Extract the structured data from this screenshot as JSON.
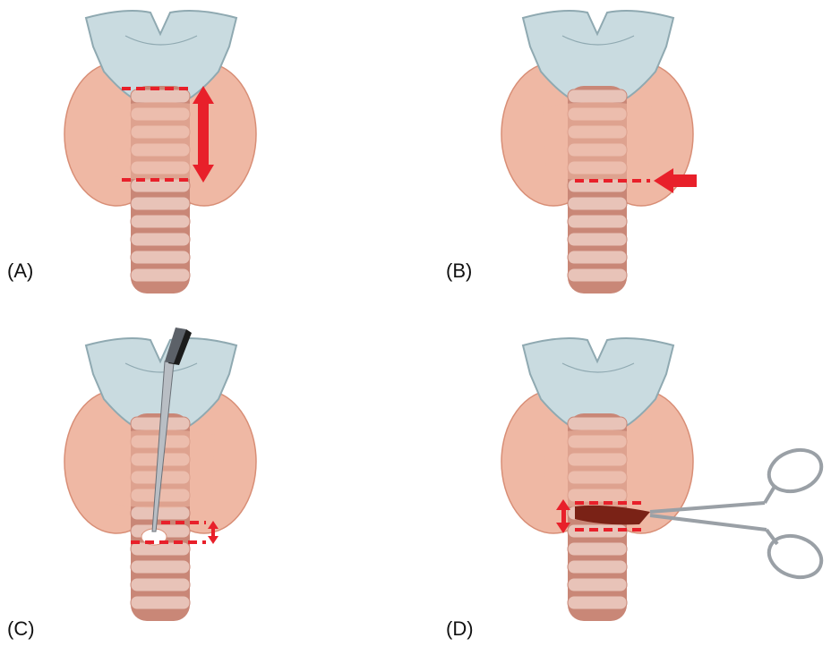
{
  "panels": [
    {
      "label": "(A)"
    },
    {
      "label": "(B)"
    },
    {
      "label": "(C)"
    },
    {
      "label": "(D)"
    }
  ],
  "colors": {
    "thyroid": "#efb8a4",
    "thyroid_edge": "#d88e76",
    "trachea_ring": "#e8c3b8",
    "trachea_gap": "#c98777",
    "cartilage": "#c9dbe0",
    "cartilage_edge": "#8fa9b1",
    "annotation_red": "#e8202a",
    "instrument_metal": "#b9bec4"
  }
}
